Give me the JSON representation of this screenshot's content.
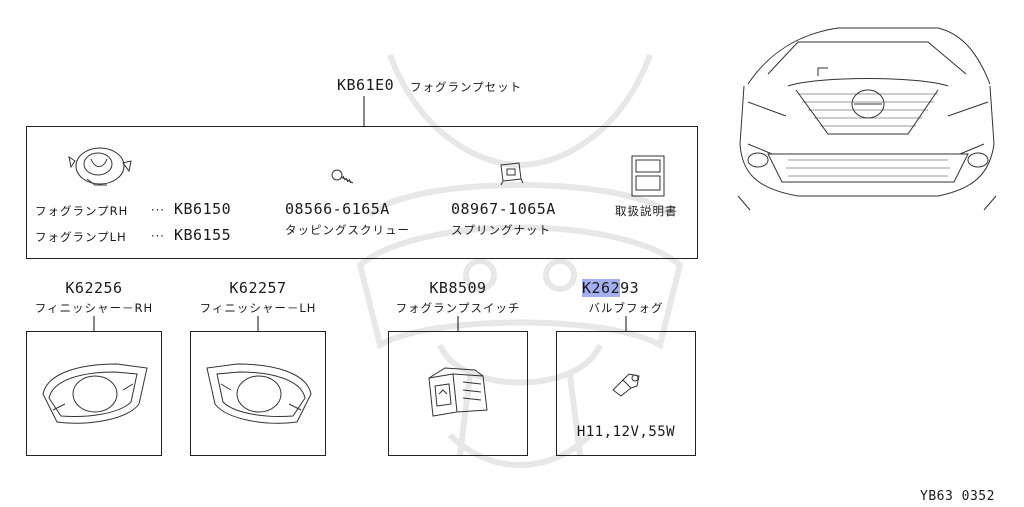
{
  "set": {
    "code": "KB61E0",
    "name": "フォグランプセット"
  },
  "set_parts": {
    "lamp_rh_name": "フォグランプRH",
    "lamp_rh_dots": "···",
    "lamp_rh_code": "KB6150",
    "lamp_lh_name": "フォグランプLH",
    "lamp_lh_dots": "···",
    "lamp_lh_code": "KB6155",
    "screw_code": "08566-6165A",
    "screw_name": "タッピングスクリュー",
    "nut_code": "08967-1065A",
    "nut_name": "スプリングナット",
    "manual_name": "取扱説明書"
  },
  "parts": [
    {
      "code": "K62256",
      "name": "フィニッシャー－RH"
    },
    {
      "code": "K62257",
      "name": "フィニッシャー－LH"
    },
    {
      "code": "KB8509",
      "name": "フォグランプスイッチ"
    },
    {
      "code_highlighted": "K262",
      "code_rest": "93",
      "name": "バルブフォグ",
      "spec": "H11,12V,55W"
    }
  ],
  "diagram_id": "YB63 0352",
  "colors": {
    "ink": "#1a1a1a",
    "highlight": "#5a6ee6"
  }
}
